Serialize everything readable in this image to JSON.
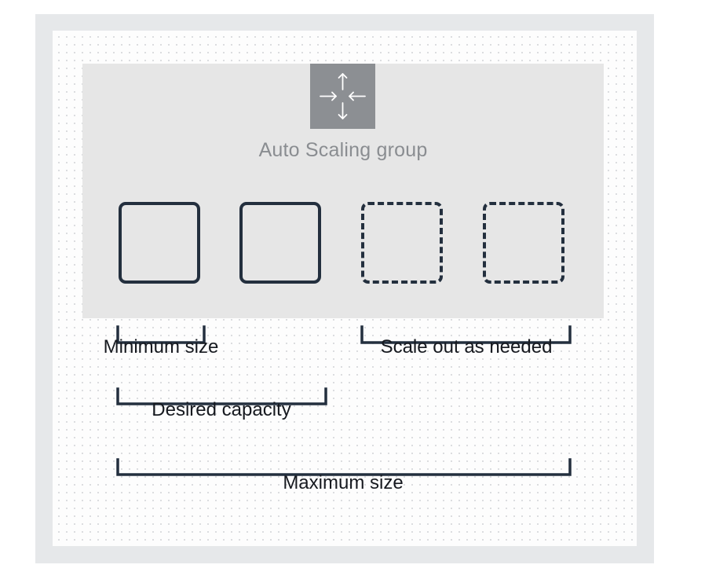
{
  "diagram": {
    "group": {
      "label": "Auto Scaling group",
      "icon": "auto-scaling-arrows-icon"
    },
    "instances": [
      {
        "style": "solid"
      },
      {
        "style": "solid"
      },
      {
        "style": "dashed"
      },
      {
        "style": "dashed"
      }
    ],
    "brackets": {
      "minimum_size": "Minimum size",
      "scale_out": "Scale out as needed",
      "desired_capacity": "Desired capacity",
      "maximum_size": "Maximum size"
    },
    "colors": {
      "frame": "#e6e8ea",
      "group_background": "#e6e6e6",
      "icon_background": "#8c8f93",
      "stroke": "#232f3e",
      "group_label": "#8a8d91"
    }
  }
}
